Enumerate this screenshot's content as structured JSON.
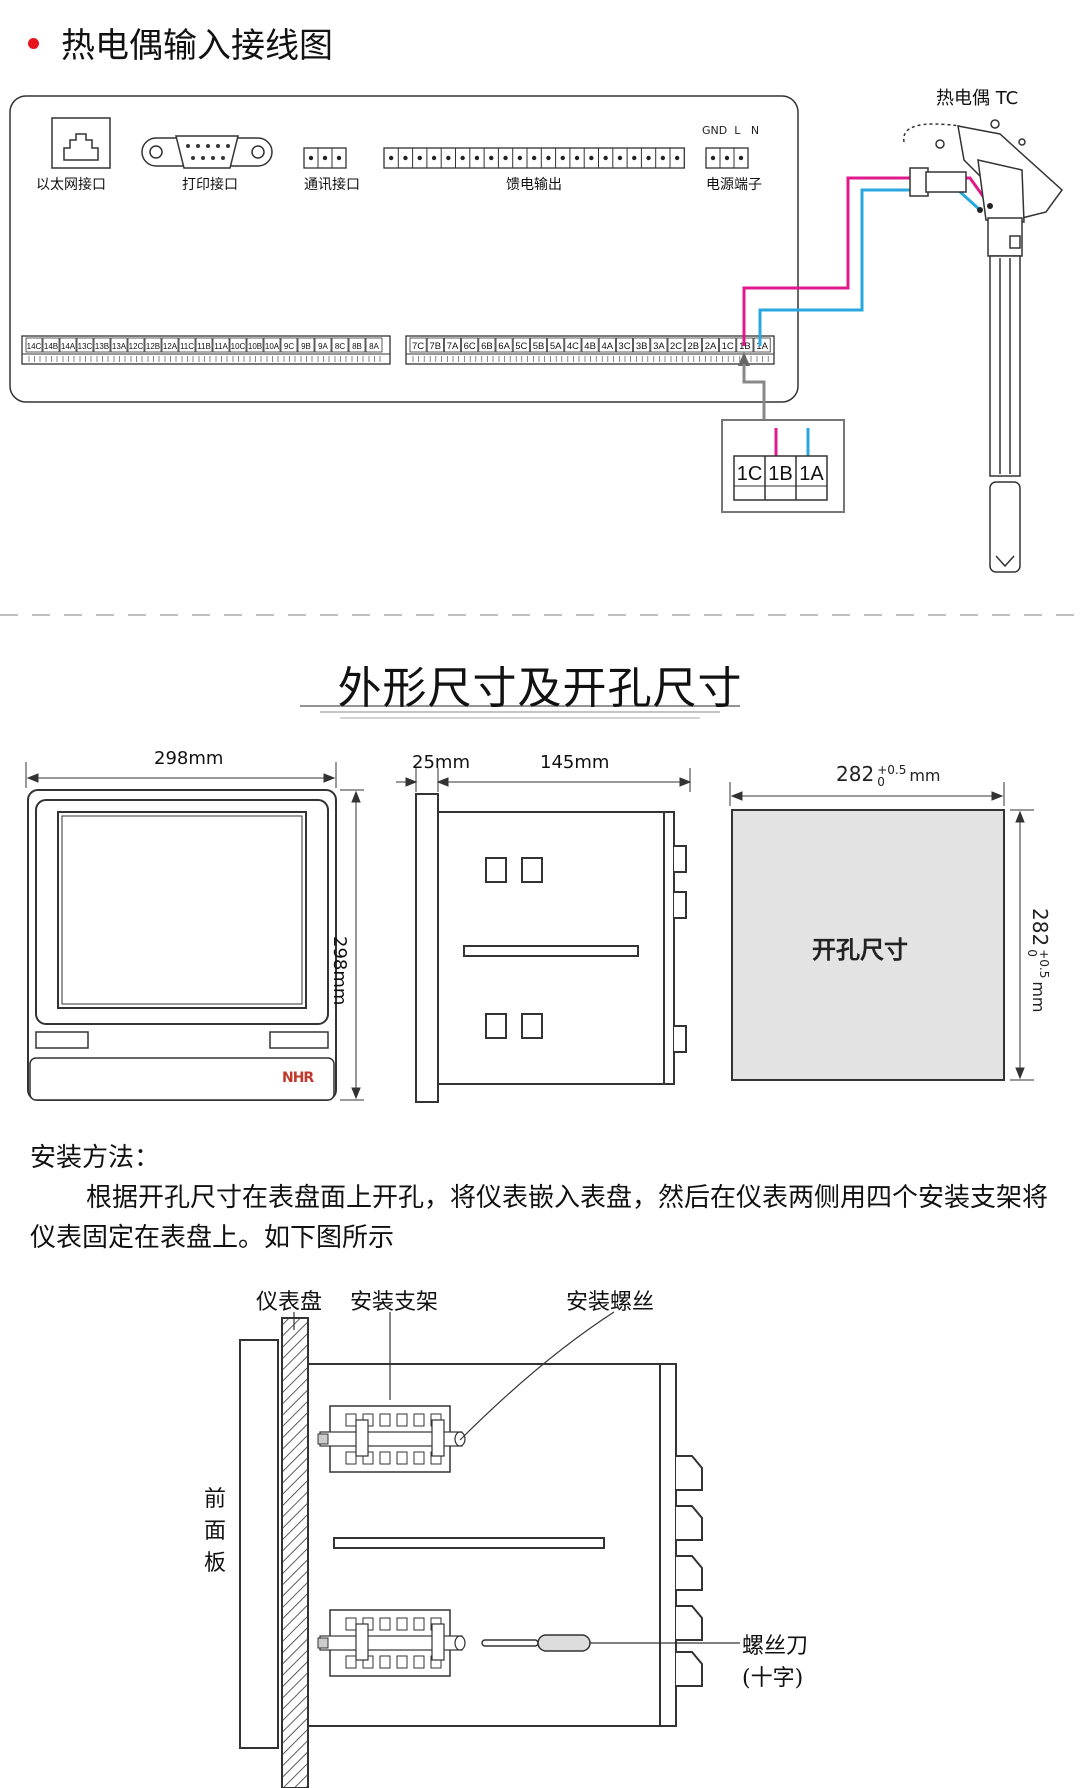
{
  "section1": {
    "title": "热电偶输入接线图",
    "ports": {
      "ethernet": "以太网接口",
      "print": "打印接口",
      "comm": "通讯接口",
      "feed": "馈电输出",
      "power": "电源端子",
      "power_pins": "GND  L   N"
    },
    "terminals_left": [
      "14C",
      "14B",
      "14A",
      "13C",
      "13B",
      "13A",
      "12C",
      "12B",
      "12A",
      "11C",
      "11B",
      "11A",
      "10C",
      "10B",
      "10A",
      "9C",
      "9B",
      "9A",
      "8C",
      "8B",
      "8A"
    ],
    "terminals_right": [
      "7C",
      "7B",
      "7A",
      "6C",
      "6B",
      "6A",
      "5C",
      "5B",
      "5A",
      "4C",
      "4B",
      "4A",
      "3C",
      "3B",
      "3A",
      "2C",
      "2B",
      "2A",
      "1C",
      "1B",
      "1A"
    ],
    "zoom_terminals": [
      "1C",
      "1B",
      "1A"
    ],
    "thermocouple_label": "热电偶 TC",
    "wire_colors": {
      "positive": "#e0198c",
      "negative": "#29a8e0"
    }
  },
  "section2": {
    "title": "外形尺寸及开孔尺寸",
    "front_width": "298mm",
    "front_height": "298mm",
    "side_panel": "25mm",
    "side_depth": "145mm",
    "cutout_width": "282",
    "cutout_height": "282",
    "tol_plus": "+0.5",
    "tol_zero": "0",
    "unit": "mm",
    "cutout_label": "开孔尺寸",
    "logo": "NHR"
  },
  "section3": {
    "heading": "安装方法：",
    "body": "根据开孔尺寸在表盘面上开孔，将仪表嵌入表盘，然后在仪表两侧用四个安装支架将仪表固定在表盘上。如下图所示",
    "labels": {
      "panel": "仪表盘",
      "bracket": "安装支架",
      "screw": "安装螺丝",
      "front": "前面板",
      "screwdriver": "螺丝刀",
      "screwdriver_type": "(十字)"
    }
  }
}
